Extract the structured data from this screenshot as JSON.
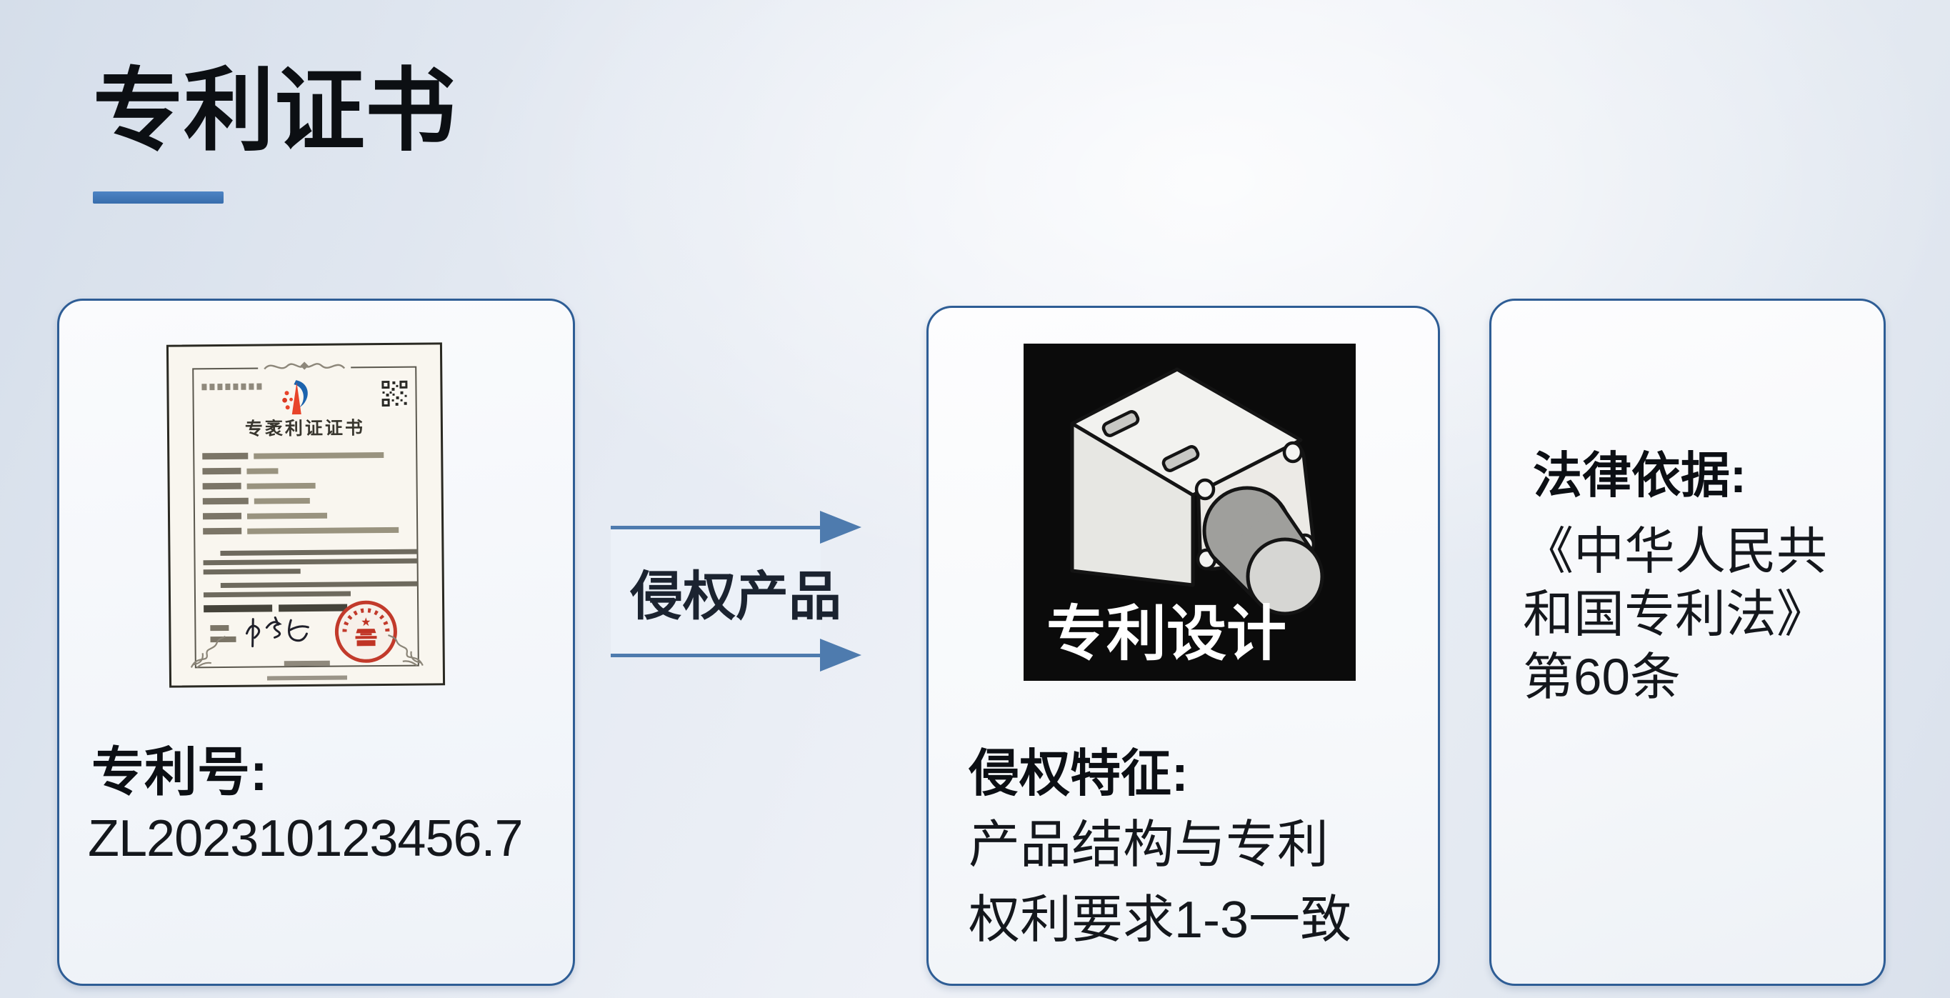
{
  "page": {
    "title": "专利证书"
  },
  "flow": {
    "arrow_label": "侵权产品"
  },
  "cards": {
    "patent": {
      "certificate_title": "专袤利证证书",
      "patent_no_label": "专利号:",
      "patent_no": "ZL202310123456.7"
    },
    "infringement": {
      "image_caption": "专利设计",
      "feature_label": "侵权特征:",
      "feature_text": "产品结构与专利\n权利要求1-3一致"
    },
    "legal": {
      "label": "法律依据:",
      "text": "《中华人民共\n和国专利法》\n第60条"
    }
  },
  "colors": {
    "accent_blue": "#3a72b2",
    "card_border": "#2e5d95",
    "arrow": "#4e7bae",
    "seal_red": "#c23a2b",
    "image_bg": "#0b0b0b"
  }
}
